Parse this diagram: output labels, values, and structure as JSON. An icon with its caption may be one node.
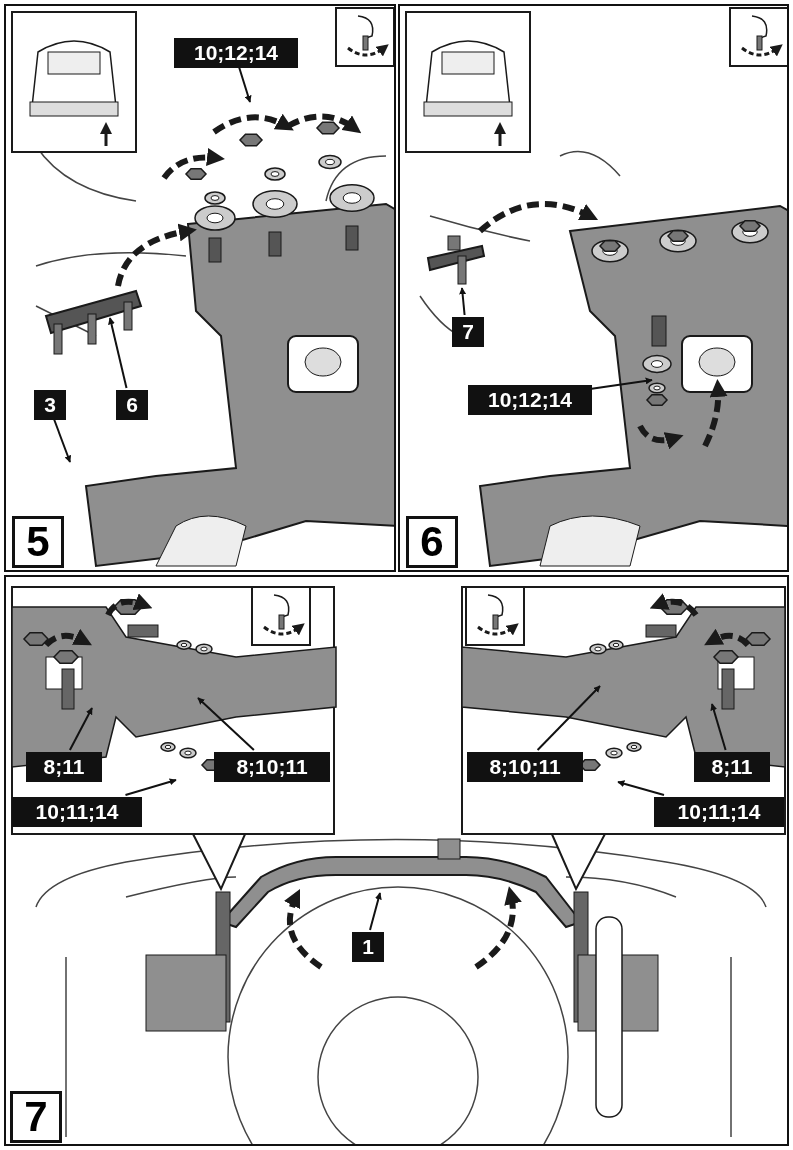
{
  "diagram": {
    "nodes": [
      {
        "text": [
          "5"
        ]
      },
      {
        "text": [
          "10;12;14"
        ],
        "in": 0
      },
      {
        "text": [
          "3"
        ],
        "in": 0
      },
      {
        "text": [
          "6"
        ],
        "in": 0
      },
      {
        "text": [
          "6"
        ]
      },
      {
        "text": [
          "7"
        ],
        "in": 4
      },
      {
        "text": [
          "10;12;14"
        ],
        "in": 4
      },
      {
        "text": [
          "7"
        ]
      },
      {
        "text": [
          "8;11"
        ],
        "in": 7
      },
      {
        "text": [
          "8;10;11"
        ],
        "in": 7
      },
      {
        "text": [
          "10;11;14"
        ],
        "in": 7
      },
      {
        "text": [
          "8;10;11"
        ],
        "in": 7
      },
      {
        "text": [
          "8;11"
        ],
        "in": 7
      },
      {
        "text": [
          "10;11;14"
        ],
        "in": 7
      },
      {
        "text": [
          "1"
        ],
        "in": 7
      }
    ],
    "edges": [
      {
        "from": 1,
        "to": null,
        "arrow": "to"
      },
      {
        "from": 2,
        "to": null,
        "arrow": "to"
      },
      {
        "from": 3,
        "to": null,
        "arrow": "to"
      },
      {
        "from": 5,
        "to": null,
        "arrow": "to"
      },
      {
        "from": 6,
        "to": null,
        "arrow": "to"
      },
      {
        "from": 8,
        "to": null,
        "arrow": "to"
      },
      {
        "from": 9,
        "to": null,
        "arrow": "to"
      },
      {
        "from": 10,
        "to": null,
        "arrow": "to"
      },
      {
        "from": 11,
        "to": null,
        "arrow": "to"
      },
      {
        "from": 12,
        "to": null,
        "arrow": "to"
      },
      {
        "from": 13,
        "to": null,
        "arrow": "to"
      },
      {
        "from": 14,
        "to": null,
        "arrow": "to"
      }
    ]
  }
}
